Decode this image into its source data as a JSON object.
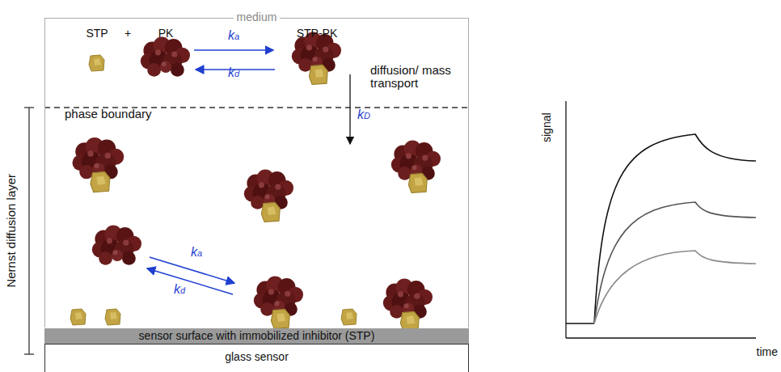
{
  "diagram": {
    "nodes": [
      {
        "text": [
          "medium"
        ]
      },
      {
        "text": [
          "sensor surface with immobilized inhibitor (STP)"
        ],
        "in": 0
      },
      {
        "text": [
          "glass sensor"
        ]
      }
    ],
    "labels": [
      "STP",
      "+",
      "PK",
      "STP-PK",
      "ka",
      "kd",
      "diffusion/ mass transport",
      "kD",
      "phase boundary",
      "Nernst diffusion layer",
      "ka",
      "kd",
      "signal",
      "time"
    ]
  }
}
